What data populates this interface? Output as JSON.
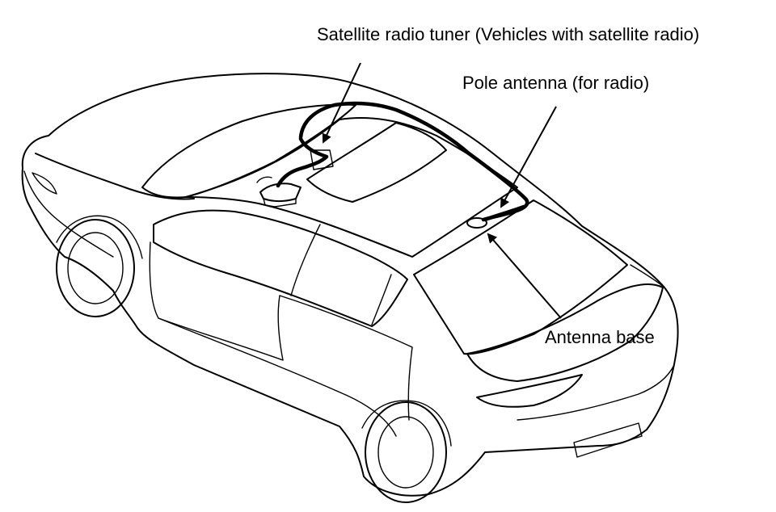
{
  "labels": {
    "satellite_tuner": "Satellite radio tuner (Vehicles with satellite radio)",
    "pole_antenna": "Pole antenna (for radio)",
    "antenna_base": "Antenna base"
  },
  "colors": {
    "line": "#000000",
    "background": "#ffffff"
  }
}
